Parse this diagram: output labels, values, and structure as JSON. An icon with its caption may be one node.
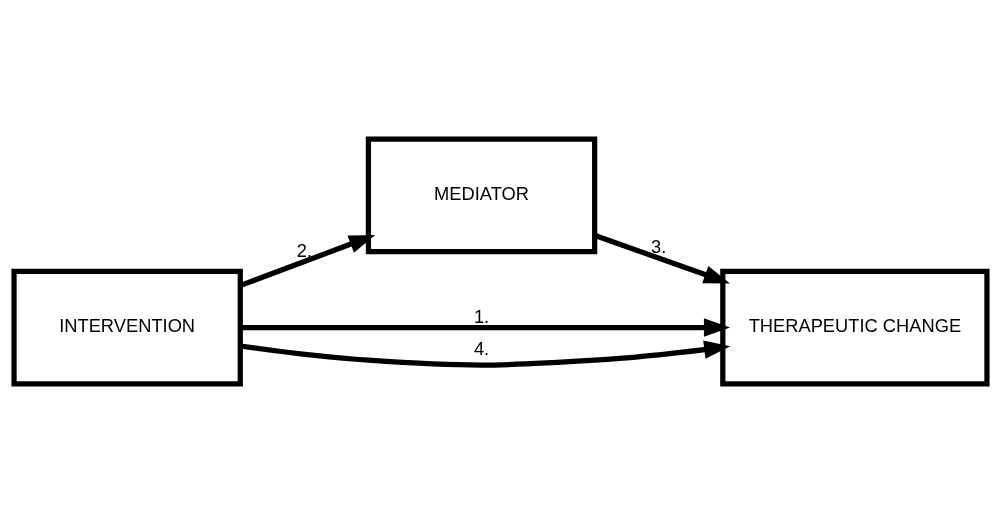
{
  "diagram": {
    "nodes": [
      {
        "text": [
          "MEDIATOR"
        ]
      },
      {
        "text": [
          "INTERVENTION"
        ]
      },
      {
        "text": [
          "THERAPEUTIC CHANGE"
        ]
      }
    ],
    "edges": [
      {
        "from": 1,
        "to": 2,
        "arrow": "to",
        "label": "1."
      },
      {
        "from": 1,
        "to": 0,
        "arrow": "to",
        "label": "2."
      },
      {
        "from": 0,
        "to": 2,
        "arrow": "to",
        "label": "3."
      },
      {
        "from": 1,
        "to": 2,
        "arrow": "to",
        "label": "4."
      }
    ]
  }
}
